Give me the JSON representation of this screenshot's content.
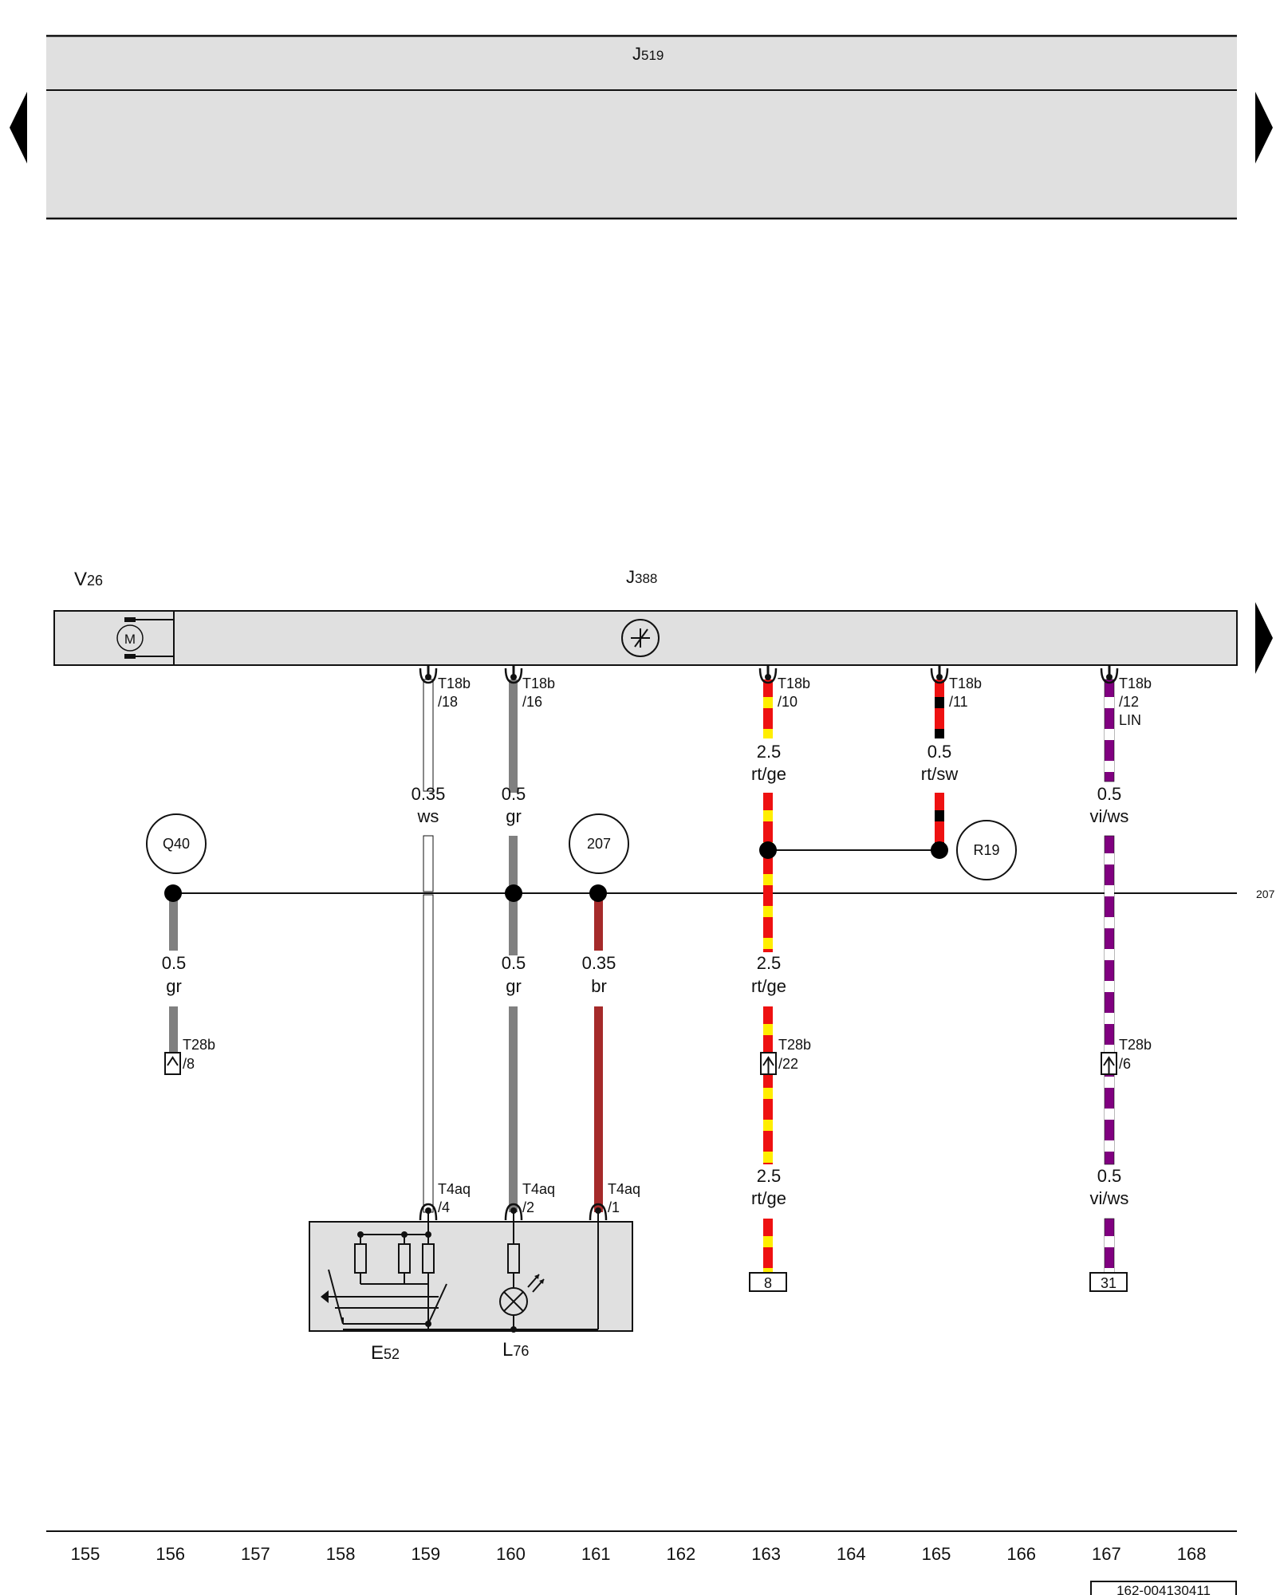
{
  "components": {
    "j519": {
      "letter": "J",
      "num": "519"
    },
    "j388": {
      "letter": "J",
      "num": "388"
    },
    "v26": {
      "letter": "V",
      "num": "26"
    },
    "e52": {
      "letter": "E",
      "num": "52"
    },
    "l76": {
      "letter": "L",
      "num": "76"
    },
    "motor_symbol": "M"
  },
  "circles": {
    "q40": "Q40",
    "c207": "207",
    "r19": "R19"
  },
  "right_ref": "207",
  "connectors": {
    "t18b_18": {
      "name": "T18b",
      "pin": "/18"
    },
    "t18b_16": {
      "name": "T18b",
      "pin": "/16"
    },
    "t18b_10": {
      "name": "T18b",
      "pin": "/10"
    },
    "t18b_11": {
      "name": "T18b",
      "pin": "/11"
    },
    "t18b_12": {
      "name": "T18b",
      "pin": "/12",
      "extra": "LIN"
    },
    "t28b_8": {
      "name": "T28b",
      "pin": "/8"
    },
    "t28b_22": {
      "name": "T28b",
      "pin": "/22"
    },
    "t28b_6": {
      "name": "T28b",
      "pin": "/6"
    },
    "t4aq_4": {
      "name": "T4aq",
      "pin": "/4"
    },
    "t4aq_2": {
      "name": "T4aq",
      "pin": "/2"
    },
    "t4aq_1": {
      "name": "T4aq",
      "pin": "/1"
    }
  },
  "wires": {
    "w159": {
      "size": "0.35",
      "color": "ws"
    },
    "w160a": {
      "size": "0.5",
      "color": "gr"
    },
    "w160b": {
      "size": "0.5",
      "color": "gr"
    },
    "w156": {
      "size": "0.5",
      "color": "gr"
    },
    "w161": {
      "size": "0.35",
      "color": "br"
    },
    "w163a": {
      "size": "2.5",
      "color": "rt/ge"
    },
    "w163b": {
      "size": "2.5",
      "color": "rt/ge"
    },
    "w163c": {
      "size": "2.5",
      "color": "rt/ge"
    },
    "w165": {
      "size": "0.5",
      "color": "rt/sw"
    },
    "w167a": {
      "size": "0.5",
      "color": "vi/ws"
    },
    "w167b": {
      "size": "0.5",
      "color": "vi/ws"
    }
  },
  "terminals": {
    "t8": "8",
    "t31": "31"
  },
  "grid_numbers": [
    "155",
    "156",
    "157",
    "158",
    "159",
    "160",
    "161",
    "162",
    "163",
    "164",
    "165",
    "166",
    "167",
    "168"
  ],
  "page_code": "162-004130411",
  "wire_colors": {
    "gr": "#808080",
    "br": "#a52a2a",
    "rt": "#ee1111",
    "ge": "#ffee00",
    "sw": "#000000",
    "vi": "#800080",
    "ws": "#ffffff"
  },
  "panel_fill": "#e0e0e0"
}
